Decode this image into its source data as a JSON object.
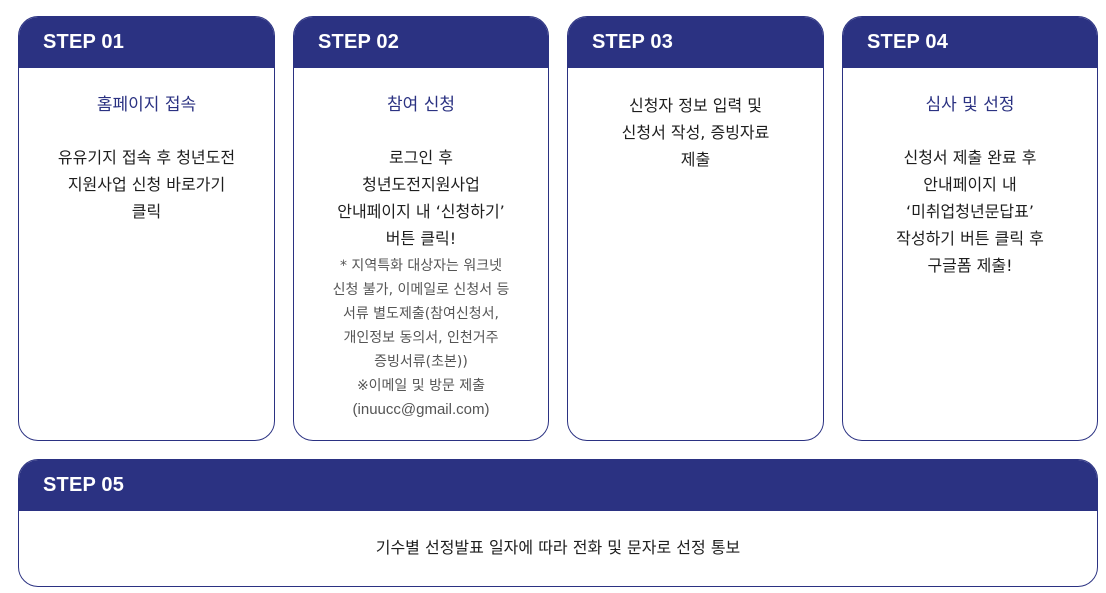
{
  "steps": [
    {
      "label": "STEP 01",
      "title": "홈페이지 접속",
      "desc": [
        "유유기지 접속 후 청년도전",
        "지원사업 신청 바로가기",
        "클릭"
      ]
    },
    {
      "label": "STEP 02",
      "title": "참여 신청",
      "desc": [
        "로그인 후",
        "청년도전지원사업",
        "안내페이지 내 ‘신청하기’",
        "버튼 클릭!"
      ],
      "note": [
        "* 지역특화 대상자는 워크넷",
        "신청 불가, 이메일로 신청서 등",
        "서류 별도제출(참여신청서,",
        "개인정보 동의서, 인천거주",
        "증빙서류(초본))",
        "※이메일 및 방문 제출"
      ],
      "email": "(inuucc@gmail.com)"
    },
    {
      "label": "STEP 03",
      "desc": [
        "신청자 정보 입력 및",
        "신청서 작성, 증빙자료",
        "제출"
      ]
    },
    {
      "label": "STEP 04",
      "title": "심사 및 선정",
      "desc": [
        "신청서 제출 완료 후",
        "안내페이지 내",
        "‘미취업청년문답표’",
        "작성하기 버튼 클릭 후",
        "구글폼 제출!"
      ]
    },
    {
      "label": "STEP 05",
      "desc": [
        "기수별 선정발표 일자에 따라 전화 및 문자로 선정 통보"
      ]
    }
  ],
  "colors": {
    "accent": "#2b3282",
    "text": "#1e1e1e",
    "note": "#555555"
  }
}
